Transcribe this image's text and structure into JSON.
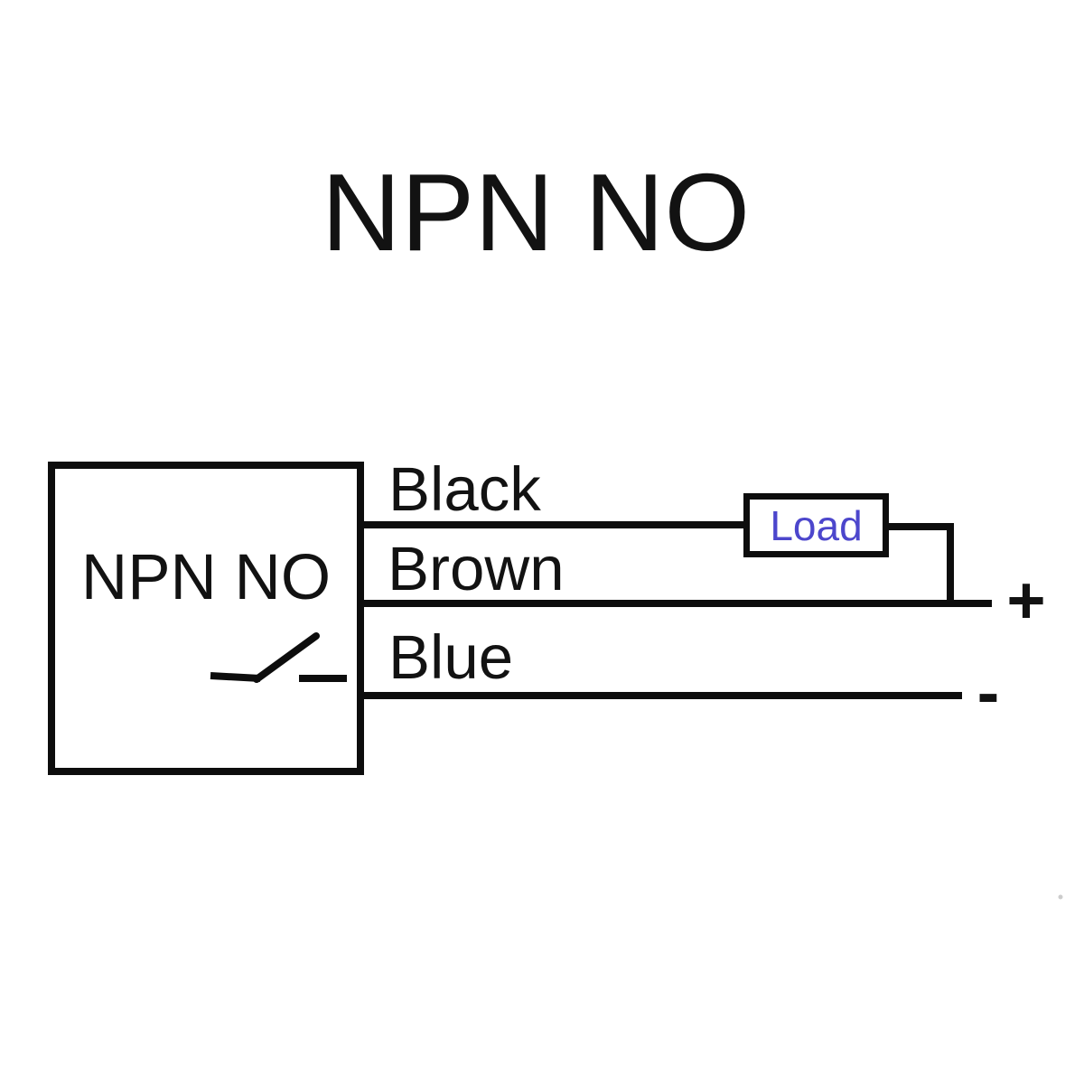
{
  "title": "NPN NO",
  "diagram": {
    "background": "#ffffff",
    "line_color": "#0d0d0d",
    "sensor_box": {
      "label": "NPN NO",
      "symbol": "normally-open-switch"
    },
    "wires": [
      {
        "label": "Black",
        "connects_to": "Load"
      },
      {
        "label": "Brown",
        "connects_to": "+"
      },
      {
        "label": "Blue",
        "connects_to": "-"
      }
    ],
    "load": {
      "label": "Load",
      "text_color": "#4c46cc"
    },
    "terminals": {
      "positive": "+",
      "negative": "-"
    }
  }
}
